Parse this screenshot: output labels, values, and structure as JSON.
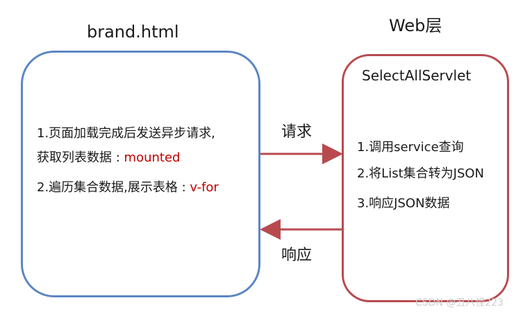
{
  "left_panel": {
    "title": "brand.html",
    "lines": [
      {
        "text": "1.页面加载完成后发送异步请求,",
        "highlight": ""
      },
      {
        "text": "获取列表数据  :",
        "highlight": "mounted"
      },
      {
        "text": "2.遍历集合数据,展示表格  :",
        "highlight": "v-for"
      }
    ]
  },
  "right_panel": {
    "title": "Web层",
    "servlet": "SelectAllServlet",
    "lines": [
      "1.调用service查询",
      "2.将List集合转为JSON",
      "3.响应JSON数据"
    ]
  },
  "arrows": {
    "request_label": "请求",
    "response_label": "响应"
  },
  "colors": {
    "left_border": "#5b86c4",
    "right_border": "#b84a4f",
    "arrow": "#b84a4f",
    "highlight": "#c00000"
  },
  "watermark": "CSDN @丑八怪223"
}
